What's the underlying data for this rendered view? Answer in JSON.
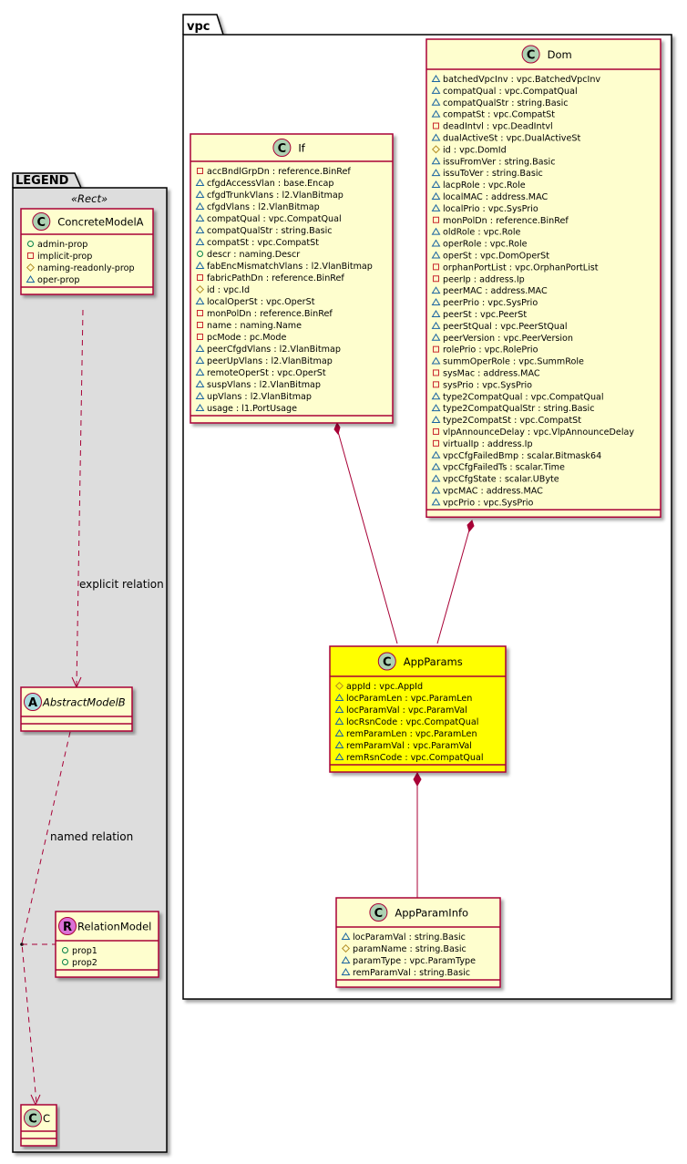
{
  "colors": {
    "class_fill": "#FEFECE",
    "class_border": "#A80036",
    "highlight_fill": "#FFFF00",
    "legend_fill": "#DDDDDD",
    "circle_class": "#ADD1B2",
    "circle_abstract": "#A9DCDF",
    "circle_relation": "#DA70D6",
    "vis_admin": "#038048",
    "vis_implicit": "#C82930",
    "vis_naming": "#B38D22",
    "vis_oper": "#1963A0",
    "edge": "#A80036"
  },
  "legend": {
    "title": "LEGEND",
    "stereotype": "«Rect»",
    "concrete": {
      "letter": "C",
      "name": "ConcreteModelA",
      "attrs": [
        {
          "vis": "admin",
          "text": "admin-prop"
        },
        {
          "vis": "implicit",
          "text": "implicit-prop"
        },
        {
          "vis": "naming",
          "text": "naming-readonly-prop"
        },
        {
          "vis": "oper",
          "text": "oper-prop"
        }
      ]
    },
    "abstract": {
      "letter": "A",
      "name": "AbstractModelB"
    },
    "relation_model": {
      "letter": "R",
      "name": "RelationModel",
      "attrs": [
        {
          "vis": "admin",
          "text": "prop1"
        },
        {
          "vis": "admin",
          "text": "prop2"
        }
      ]
    },
    "target": {
      "letter": "C",
      "name": "C"
    },
    "explicit_label": "explicit relation",
    "named_label": "named relation"
  },
  "vpc": {
    "title": "vpc",
    "classes": {
      "If": {
        "letter": "C",
        "name": "If",
        "attrs": [
          {
            "vis": "implicit",
            "text": "accBndlGrpDn : reference.BinRef"
          },
          {
            "vis": "oper",
            "text": "cfgdAccessVlan : base.Encap"
          },
          {
            "vis": "oper",
            "text": "cfgdTrunkVlans : l2.VlanBitmap"
          },
          {
            "vis": "oper",
            "text": "cfgdVlans : l2.VlanBitmap"
          },
          {
            "vis": "oper",
            "text": "compatQual : vpc.CompatQual"
          },
          {
            "vis": "oper",
            "text": "compatQualStr : string.Basic"
          },
          {
            "vis": "oper",
            "text": "compatSt : vpc.CompatSt"
          },
          {
            "vis": "admin",
            "text": "descr : naming.Descr"
          },
          {
            "vis": "oper",
            "text": "fabEncMismatchVlans : l2.VlanBitmap"
          },
          {
            "vis": "implicit",
            "text": "fabricPathDn : reference.BinRef"
          },
          {
            "vis": "naming",
            "text": "id : vpc.Id"
          },
          {
            "vis": "oper",
            "text": "localOperSt : vpc.OperSt"
          },
          {
            "vis": "implicit",
            "text": "monPolDn : reference.BinRef"
          },
          {
            "vis": "implicit",
            "text": "name : naming.Name"
          },
          {
            "vis": "implicit",
            "text": "pcMode : pc.Mode"
          },
          {
            "vis": "oper",
            "text": "peerCfgdVlans : l2.VlanBitmap"
          },
          {
            "vis": "oper",
            "text": "peerUpVlans : l2.VlanBitmap"
          },
          {
            "vis": "oper",
            "text": "remoteOperSt : vpc.OperSt"
          },
          {
            "vis": "oper",
            "text": "suspVlans : l2.VlanBitmap"
          },
          {
            "vis": "oper",
            "text": "upVlans : l2.VlanBitmap"
          },
          {
            "vis": "oper",
            "text": "usage : l1.PortUsage"
          }
        ]
      },
      "Dom": {
        "letter": "C",
        "name": "Dom",
        "attrs": [
          {
            "vis": "oper",
            "text": "batchedVpcInv : vpc.BatchedVpcInv"
          },
          {
            "vis": "oper",
            "text": "compatQual : vpc.CompatQual"
          },
          {
            "vis": "oper",
            "text": "compatQualStr : string.Basic"
          },
          {
            "vis": "oper",
            "text": "compatSt : vpc.CompatSt"
          },
          {
            "vis": "implicit",
            "text": "deadIntvl : vpc.DeadIntvl"
          },
          {
            "vis": "oper",
            "text": "dualActiveSt : vpc.DualActiveSt"
          },
          {
            "vis": "naming",
            "text": "id : vpc.DomId"
          },
          {
            "vis": "oper",
            "text": "issuFromVer : string.Basic"
          },
          {
            "vis": "oper",
            "text": "issuToVer : string.Basic"
          },
          {
            "vis": "oper",
            "text": "lacpRole : vpc.Role"
          },
          {
            "vis": "oper",
            "text": "localMAC : address.MAC"
          },
          {
            "vis": "oper",
            "text": "localPrio : vpc.SysPrio"
          },
          {
            "vis": "implicit",
            "text": "monPolDn : reference.BinRef"
          },
          {
            "vis": "oper",
            "text": "oldRole : vpc.Role"
          },
          {
            "vis": "oper",
            "text": "operRole : vpc.Role"
          },
          {
            "vis": "oper",
            "text": "operSt : vpc.DomOperSt"
          },
          {
            "vis": "implicit",
            "text": "orphanPortList : vpc.OrphanPortList"
          },
          {
            "vis": "implicit",
            "text": "peerIp : address.Ip"
          },
          {
            "vis": "oper",
            "text": "peerMAC : address.MAC"
          },
          {
            "vis": "oper",
            "text": "peerPrio : vpc.SysPrio"
          },
          {
            "vis": "oper",
            "text": "peerSt : vpc.PeerSt"
          },
          {
            "vis": "oper",
            "text": "peerStQual : vpc.PeerStQual"
          },
          {
            "vis": "oper",
            "text": "peerVersion : vpc.PeerVersion"
          },
          {
            "vis": "implicit",
            "text": "rolePrio : vpc.RolePrio"
          },
          {
            "vis": "oper",
            "text": "summOperRole : vpc.SummRole"
          },
          {
            "vis": "implicit",
            "text": "sysMac : address.MAC"
          },
          {
            "vis": "implicit",
            "text": "sysPrio : vpc.SysPrio"
          },
          {
            "vis": "oper",
            "text": "type2CompatQual : vpc.CompatQual"
          },
          {
            "vis": "oper",
            "text": "type2CompatQualStr : string.Basic"
          },
          {
            "vis": "oper",
            "text": "type2CompatSt : vpc.CompatSt"
          },
          {
            "vis": "implicit",
            "text": "vlpAnnounceDelay : vpc.VlpAnnounceDelay"
          },
          {
            "vis": "implicit",
            "text": "virtualIp : address.Ip"
          },
          {
            "vis": "oper",
            "text": "vpcCfgFailedBmp : scalar.Bitmask64"
          },
          {
            "vis": "oper",
            "text": "vpcCfgFailedTs : scalar.Time"
          },
          {
            "vis": "oper",
            "text": "vpcCfgState : scalar.UByte"
          },
          {
            "vis": "oper",
            "text": "vpcMAC : address.MAC"
          },
          {
            "vis": "oper",
            "text": "vpcPrio : vpc.SysPrio"
          }
        ]
      },
      "AppParams": {
        "letter": "C",
        "name": "AppParams",
        "highlighted": true,
        "attrs": [
          {
            "vis": "naming",
            "text": "appId : vpc.AppId"
          },
          {
            "vis": "oper",
            "text": "locParamLen : vpc.ParamLen"
          },
          {
            "vis": "oper",
            "text": "locParamVal : vpc.ParamVal"
          },
          {
            "vis": "oper",
            "text": "locRsnCode : vpc.CompatQual"
          },
          {
            "vis": "oper",
            "text": "remParamLen : vpc.ParamLen"
          },
          {
            "vis": "oper",
            "text": "remParamVal : vpc.ParamVal"
          },
          {
            "vis": "oper",
            "text": "remRsnCode : vpc.CompatQual"
          }
        ]
      },
      "AppParamInfo": {
        "letter": "C",
        "name": "AppParamInfo",
        "attrs": [
          {
            "vis": "oper",
            "text": "locParamVal : string.Basic"
          },
          {
            "vis": "naming",
            "text": "paramName : string.Basic"
          },
          {
            "vis": "oper",
            "text": "paramType : vpc.ParamType"
          },
          {
            "vis": "oper",
            "text": "remParamVal : string.Basic"
          }
        ]
      }
    },
    "relations": [
      {
        "from": "If",
        "to": "AppParams",
        "type": "composition"
      },
      {
        "from": "Dom",
        "to": "AppParams",
        "type": "composition"
      },
      {
        "from": "AppParams",
        "to": "AppParamInfo",
        "type": "composition"
      }
    ]
  }
}
